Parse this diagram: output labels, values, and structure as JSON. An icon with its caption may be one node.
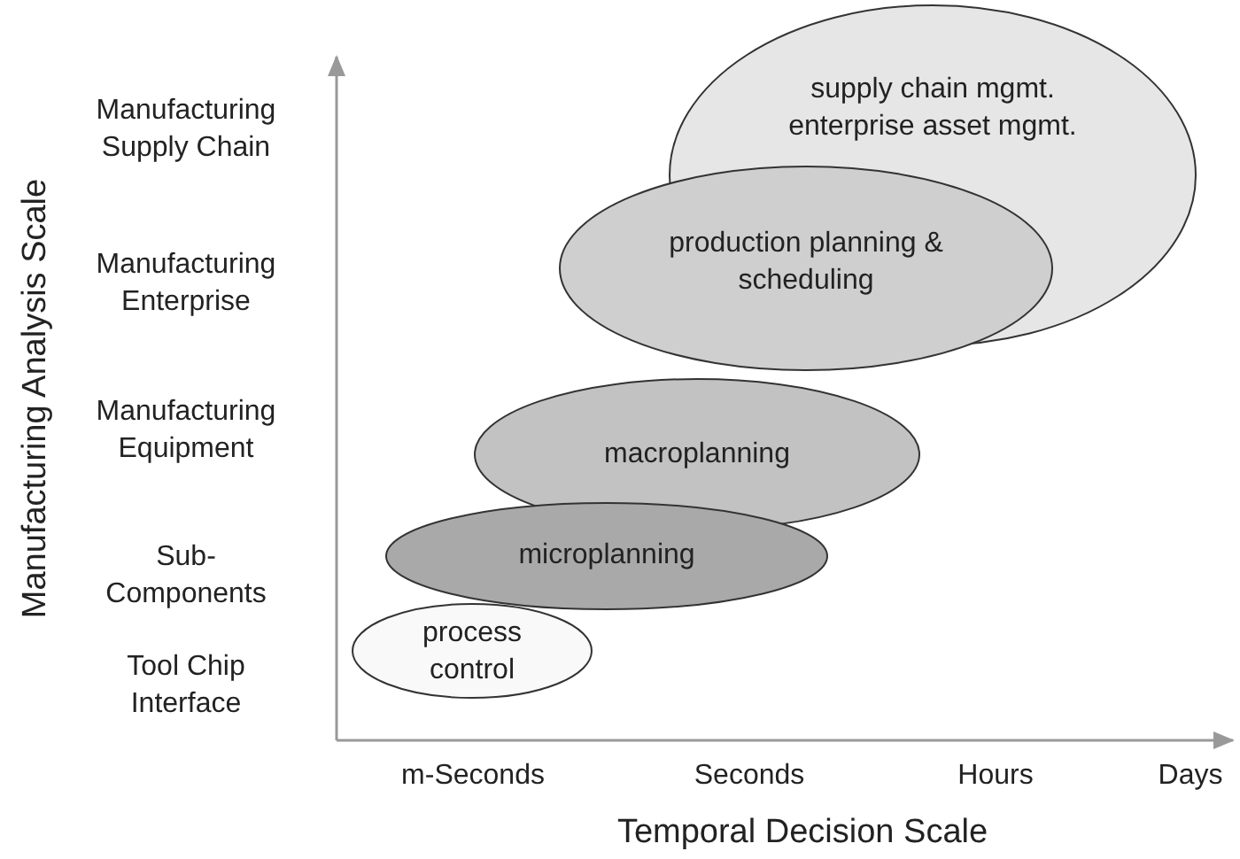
{
  "diagram": {
    "nodes": [
      {
        "text": [
          "supply chain mgmt. enterprise asset mgmt."
        ]
      },
      {
        "text": [
          "production planning & scheduling"
        ]
      },
      {
        "text": [
          "macroplanning"
        ]
      },
      {
        "text": [
          "microplanning"
        ]
      },
      {
        "text": [
          "process control"
        ]
      }
    ],
    "edges": [],
    "labels": [
      "Manufacturing Analysis Scale",
      "Manufacturing Supply Chain",
      "Manufacturing Enterprise",
      "Manufacturing Equipment",
      "Sub- Components",
      "Tool Chip Interface",
      "m-Seconds",
      "Seconds",
      "Hours",
      "Days",
      "Temporal Decision Scale"
    ]
  }
}
